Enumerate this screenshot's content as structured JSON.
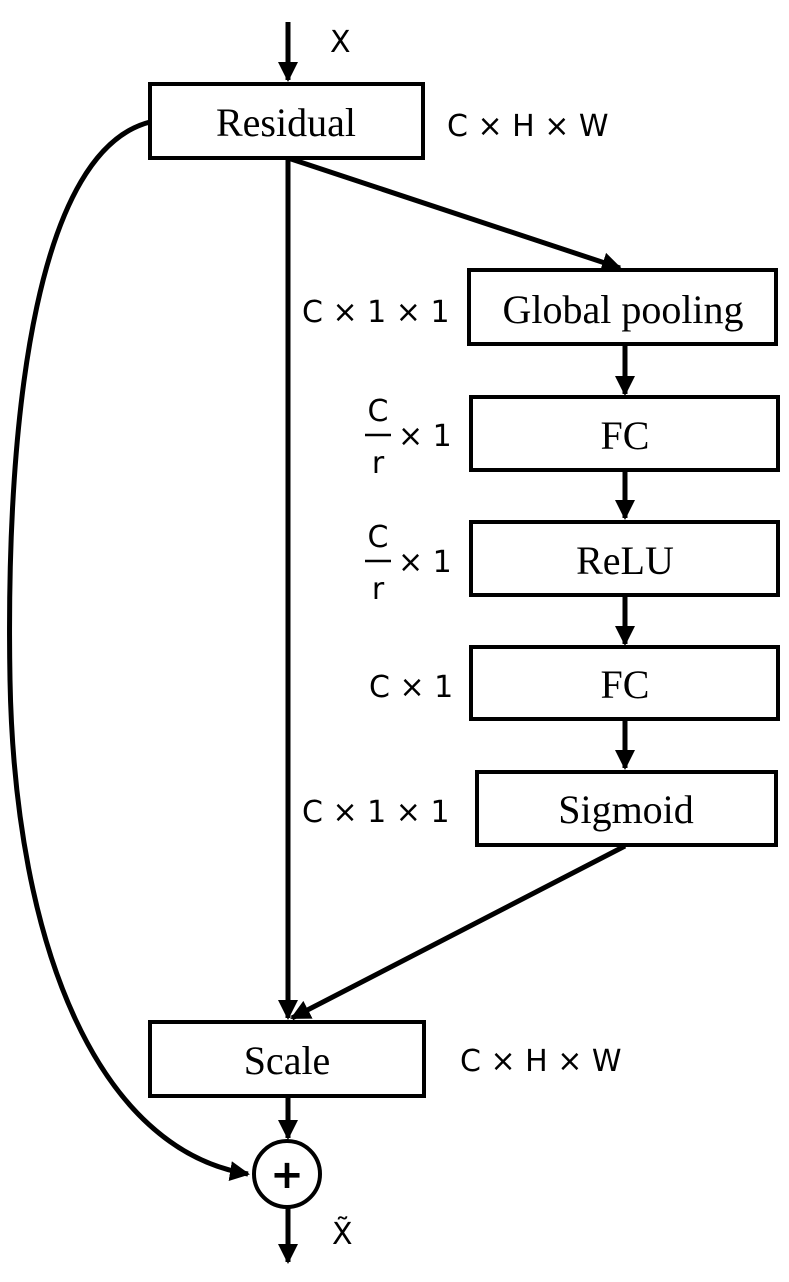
{
  "input_label": "X",
  "output_label": "X̃",
  "nodes": {
    "residual": "Residual",
    "global_pooling": "Global pooling",
    "fc1": "FC",
    "relu": "ReLU",
    "fc2": "FC",
    "sigmoid": "Sigmoid",
    "scale": "Scale",
    "sum": "+"
  },
  "dims": {
    "residual": "C × H × W",
    "global_pooling": "C × 1 × 1",
    "fc1": {
      "num": "C",
      "den": "r",
      "rest": "× 1"
    },
    "relu": {
      "num": "C",
      "den": "r",
      "rest": "× 1"
    },
    "fc2": "C × 1",
    "sigmoid": "C × 1 × 1",
    "scale": "C × H × W"
  }
}
